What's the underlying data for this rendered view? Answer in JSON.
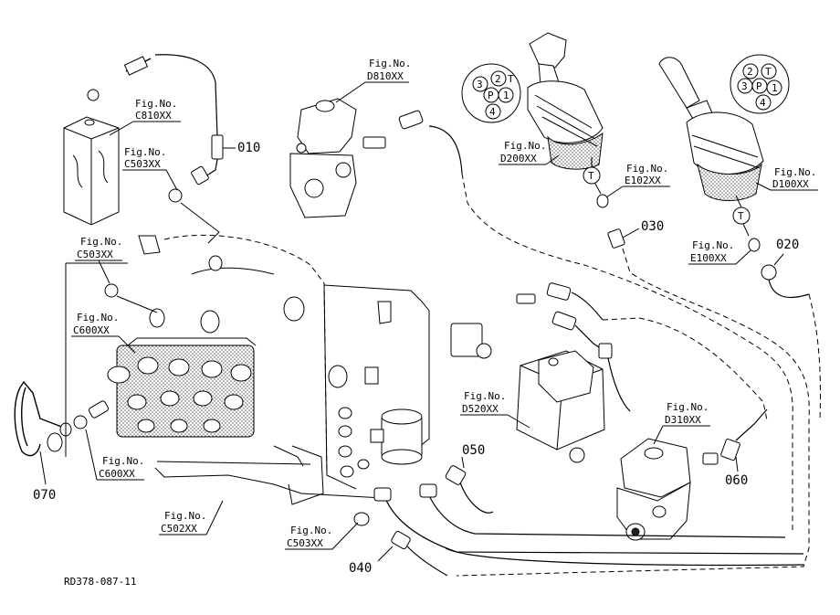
{
  "figure_refs": [
    {
      "id": "c810",
      "fig_label": "Fig.No.",
      "code": "C810XX"
    },
    {
      "id": "c503-top",
      "fig_label": "Fig.No.",
      "code": "C503XX"
    },
    {
      "id": "d810",
      "fig_label": "Fig.No.",
      "code": "D810XX"
    },
    {
      "id": "d200",
      "fig_label": "Fig.No.",
      "code": "D200XX"
    },
    {
      "id": "e102",
      "fig_label": "Fig.No.",
      "code": "E102XX"
    },
    {
      "id": "d100",
      "fig_label": "Fig.No.",
      "code": "D100XX"
    },
    {
      "id": "e100",
      "fig_label": "Fig.No.",
      "code": "E100XX"
    },
    {
      "id": "c503-left",
      "fig_label": "Fig.No.",
      "code": "C503XX"
    },
    {
      "id": "c600-top",
      "fig_label": "Fig.No.",
      "code": "C600XX"
    },
    {
      "id": "d520",
      "fig_label": "Fig.No.",
      "code": "D520XX"
    },
    {
      "id": "d310",
      "fig_label": "Fig.No.",
      "code": "D310XX"
    },
    {
      "id": "c600-bottom",
      "fig_label": "Fig.No.",
      "code": "C600XX"
    },
    {
      "id": "c502",
      "fig_label": "Fig.No.",
      "code": "C502XX"
    },
    {
      "id": "c503-bottom",
      "fig_label": "Fig.No.",
      "code": "C503XX"
    }
  ],
  "part_numbers": [
    "010",
    "030",
    "020",
    "050",
    "060",
    "070",
    "040"
  ],
  "pattern_letters": {
    "t": "T",
    "p": "P",
    "one": "1",
    "two": "2",
    "three": "3",
    "four": "4"
  },
  "drawing_code": "RD378-087-11"
}
